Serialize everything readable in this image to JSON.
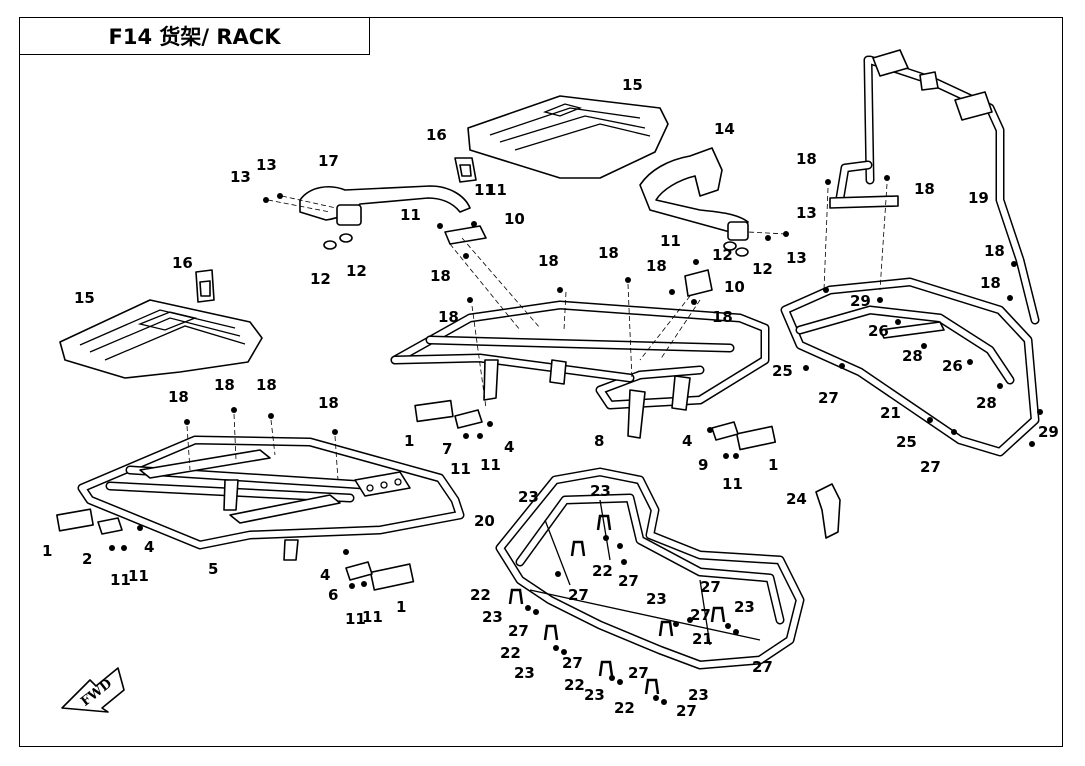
{
  "title": "F14 货架/ RACK",
  "fwd_label": "FWD",
  "callouts": [
    {
      "id": "c15a",
      "text": "15"
    },
    {
      "id": "c15b",
      "text": "15"
    },
    {
      "id": "c16a",
      "text": "16"
    },
    {
      "id": "c16b",
      "text": "16"
    },
    {
      "id": "c17",
      "text": "17"
    },
    {
      "id": "c14",
      "text": "14"
    },
    {
      "id": "c13a",
      "text": "13"
    },
    {
      "id": "c13b",
      "text": "13"
    },
    {
      "id": "c13c",
      "text": "13"
    },
    {
      "id": "c13d",
      "text": "13"
    },
    {
      "id": "c12a",
      "text": "12"
    },
    {
      "id": "c12b",
      "text": "12"
    },
    {
      "id": "c12c",
      "text": "12"
    },
    {
      "id": "c12d",
      "text": "12"
    },
    {
      "id": "c11a",
      "text": "11"
    },
    {
      "id": "c11b",
      "text": "11"
    },
    {
      "id": "c11c",
      "text": "11"
    },
    {
      "id": "c11d",
      "text": "11"
    },
    {
      "id": "c11e",
      "text": "11"
    },
    {
      "id": "c11f",
      "text": "11"
    },
    {
      "id": "c11g",
      "text": "11"
    },
    {
      "id": "c11h",
      "text": "11"
    },
    {
      "id": "c11i",
      "text": "11"
    },
    {
      "id": "c11j",
      "text": "11"
    },
    {
      "id": "c11k",
      "text": "11"
    },
    {
      "id": "c10a",
      "text": "10"
    },
    {
      "id": "c10b",
      "text": "10"
    },
    {
      "id": "c18a",
      "text": "18"
    },
    {
      "id": "c18b",
      "text": "18"
    },
    {
      "id": "c18c",
      "text": "18"
    },
    {
      "id": "c18d",
      "text": "18"
    },
    {
      "id": "c18e",
      "text": "18"
    },
    {
      "id": "c18f",
      "text": "18"
    },
    {
      "id": "c18g",
      "text": "18"
    },
    {
      "id": "c18h",
      "text": "18"
    },
    {
      "id": "c18i",
      "text": "18"
    },
    {
      "id": "c18j",
      "text": "18"
    },
    {
      "id": "c18k",
      "text": "18"
    },
    {
      "id": "c18l",
      "text": "18"
    },
    {
      "id": "c18m",
      "text": "18"
    },
    {
      "id": "c18n",
      "text": "18"
    },
    {
      "id": "c19",
      "text": "19"
    },
    {
      "id": "c29a",
      "text": "29"
    },
    {
      "id": "c29b",
      "text": "29"
    },
    {
      "id": "c26a",
      "text": "26"
    },
    {
      "id": "c26b",
      "text": "26"
    },
    {
      "id": "c28a",
      "text": "28"
    },
    {
      "id": "c28b",
      "text": "28"
    },
    {
      "id": "c25a",
      "text": "25"
    },
    {
      "id": "c25b",
      "text": "25"
    },
    {
      "id": "c27a",
      "text": "27"
    },
    {
      "id": "c27b",
      "text": "27"
    },
    {
      "id": "c21a",
      "text": "21"
    },
    {
      "id": "c1a",
      "text": "1"
    },
    {
      "id": "c1b",
      "text": "1"
    },
    {
      "id": "c1c",
      "text": "1"
    },
    {
      "id": "c1d",
      "text": "1"
    },
    {
      "id": "c7",
      "text": "7"
    },
    {
      "id": "c4a",
      "text": "4"
    },
    {
      "id": "c4b",
      "text": "4"
    },
    {
      "id": "c4c",
      "text": "4"
    },
    {
      "id": "c4d",
      "text": "4"
    },
    {
      "id": "c8",
      "text": "8"
    },
    {
      "id": "c9",
      "text": "9"
    },
    {
      "id": "c2",
      "text": "2"
    },
    {
      "id": "c5",
      "text": "5"
    },
    {
      "id": "c6",
      "text": "6"
    },
    {
      "id": "c24",
      "text": "24"
    },
    {
      "id": "c20",
      "text": "20"
    },
    {
      "id": "c23a",
      "text": "23"
    },
    {
      "id": "c23b",
      "text": "23"
    },
    {
      "id": "c23c",
      "text": "23"
    },
    {
      "id": "c23d",
      "text": "23"
    },
    {
      "id": "c23e",
      "text": "23"
    },
    {
      "id": "c23f",
      "text": "23"
    },
    {
      "id": "c23g",
      "text": "23"
    },
    {
      "id": "c23h",
      "text": "23"
    },
    {
      "id": "c22a",
      "text": "22"
    },
    {
      "id": "c22b",
      "text": "22"
    },
    {
      "id": "c22c",
      "text": "22"
    },
    {
      "id": "c22d",
      "text": "22"
    },
    {
      "id": "c22e",
      "text": "22"
    },
    {
      "id": "c27c",
      "text": "27"
    },
    {
      "id": "c27d",
      "text": "27"
    },
    {
      "id": "c27e",
      "text": "27"
    },
    {
      "id": "c27f",
      "text": "27"
    },
    {
      "id": "c27g",
      "text": "27"
    },
    {
      "id": "c27h",
      "text": "27"
    },
    {
      "id": "c27i",
      "text": "27"
    },
    {
      "id": "c27j",
      "text": "27"
    },
    {
      "id": "c27k",
      "text": "27"
    },
    {
      "id": "c21b",
      "text": "21"
    }
  ]
}
